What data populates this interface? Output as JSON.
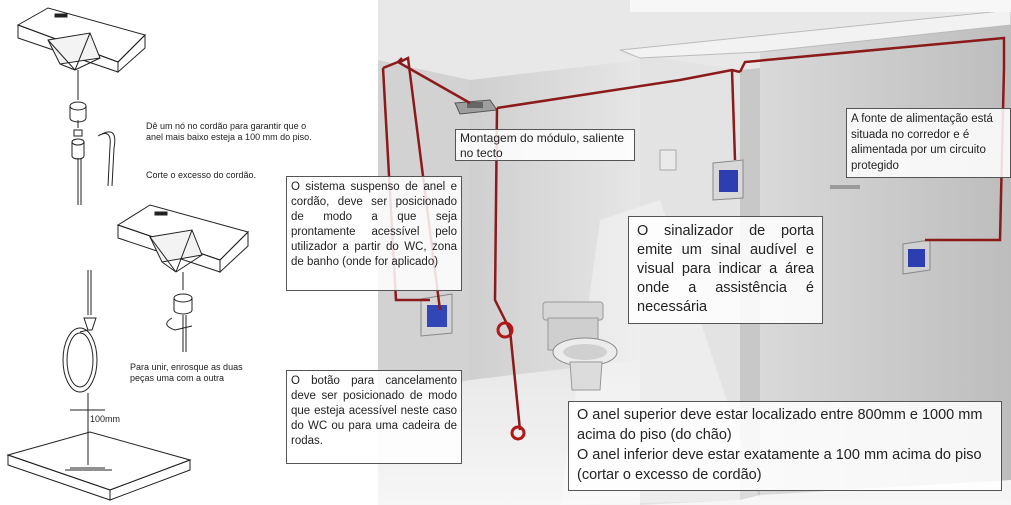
{
  "left_notes": {
    "note1": "Dê um nó no cordão para garantir que o anel mais baixo esteja a 100 mm do piso.",
    "note2": "Corte o excesso do cordão.",
    "note3": "Para unir, enrosque as duas peças uma com a outra",
    "dimension": "100mm"
  },
  "callouts": {
    "module": "Montagem do módulo, saliente no tecto",
    "ring_system": "O sistema suspenso de anel e cordão, deve ser posicionado de modo a que seja prontamente acessível pelo utilizador a partir do WC, zona de banho (onde for aplicado)",
    "cancel_button": "O botão para cancelamento deve ser posicionado de modo que esteja acessível neste caso do WC ou para uma cadeira de rodas.",
    "door_signal": "O sinalizador de porta emite um sinal audível e visual para indicar a área onde a assistência é necessária",
    "power": "A fonte de alimentação está situada no corredor e é alimentada por um circuito protegido",
    "ring_heights": "O anel superior deve estar localizado entre 800mm e 1000 mm acima do piso (do chão)\nO anel inferior deve estar exatamente a 100 mm acima do piso (cortar o excesso de cordão)"
  },
  "colors": {
    "cable": "#8b1a1a",
    "lamp": "#2d3fb0",
    "wall": "#dcdcdc"
  }
}
